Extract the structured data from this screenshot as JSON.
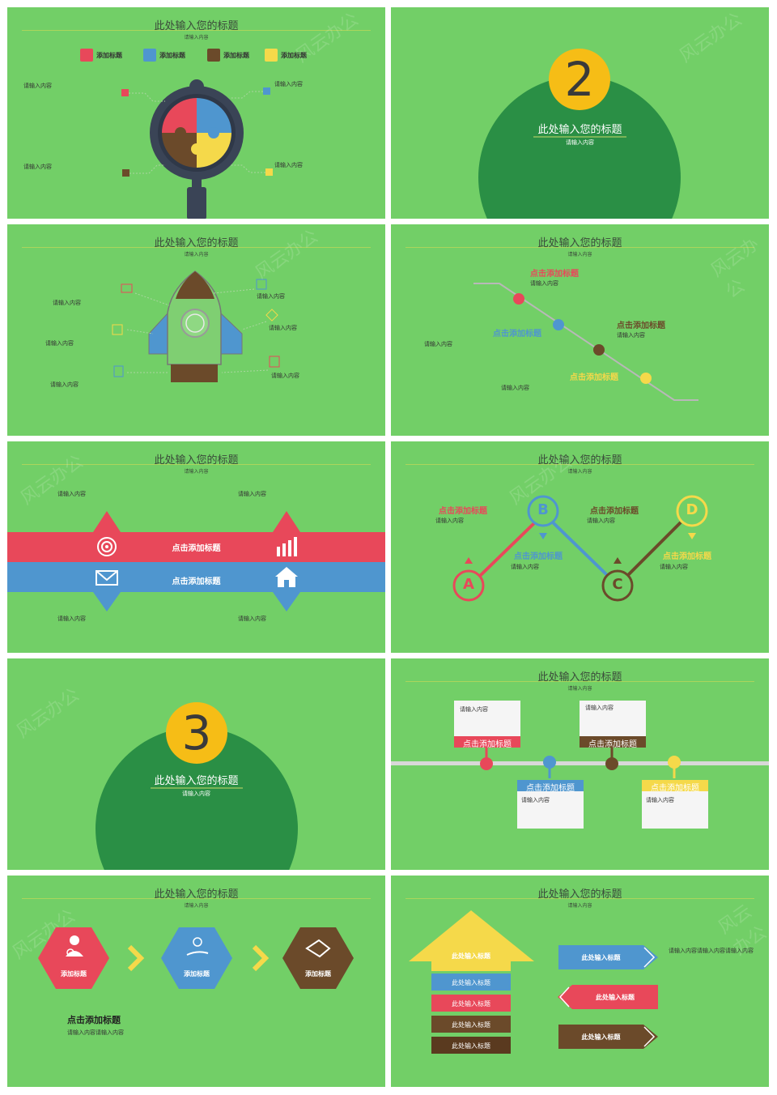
{
  "common": {
    "title": "此处输入您的标题",
    "subtitle": "请输入内容",
    "content": "请输入内容",
    "click_title": "点击添加标题",
    "add_title": "添加标题",
    "here_title": "此处输入标题",
    "watermark": "风云办公"
  },
  "slide1": {
    "legend": [
      {
        "label": "添加标题",
        "color": "#e8485a"
      },
      {
        "label": "添加标题",
        "color": "#4f96cf"
      },
      {
        "label": "添加标题",
        "color": "#6b4a2a"
      },
      {
        "label": "添加标题",
        "color": "#f5d94a"
      }
    ]
  },
  "slide2": {
    "number": "2"
  },
  "slide7": {
    "number": "3"
  },
  "slide6": {
    "letters": [
      "A",
      "B",
      "C",
      "D"
    ]
  },
  "slide9": {
    "long_text": "请输入内容请输入内容"
  },
  "slide10": {
    "right_text": "请输入内容请输入内容请输入内容"
  },
  "colors": {
    "bg": "#72cf67",
    "red": "#e8485a",
    "blue": "#4f96cf",
    "brown": "#6b4a2a",
    "yellow": "#f5d94a",
    "dark_green": "#2a8f45"
  }
}
